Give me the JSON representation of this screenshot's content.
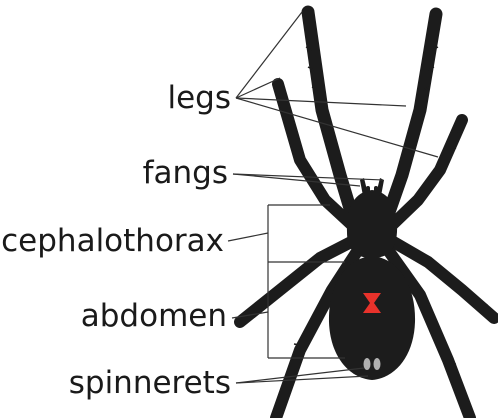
{
  "diagram": {
    "labels": {
      "legs": "legs",
      "fangs": "fangs",
      "cephalothorax": "cephalothorax",
      "abdomen": "abdomen",
      "spinnerets": "spinnerets"
    },
    "colors": {
      "body": "#1c1c1c",
      "hourglass": "#e8322b",
      "spinneret": "#b0b0b0",
      "leader_line": "#333333",
      "text": "#1a1a1a"
    }
  }
}
